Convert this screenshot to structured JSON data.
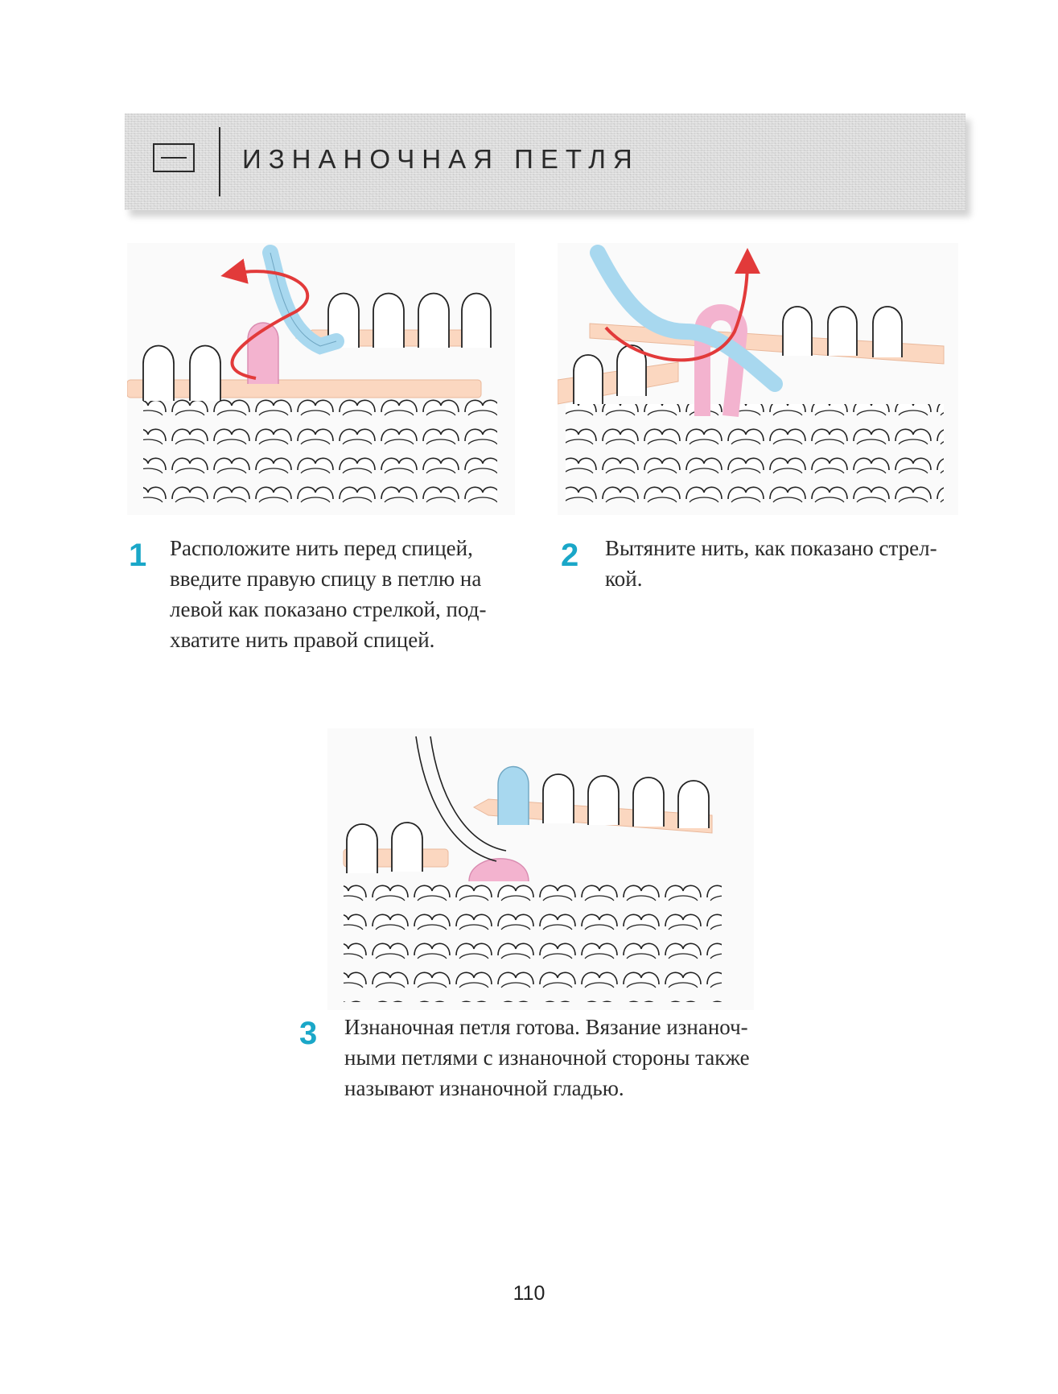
{
  "header": {
    "title": "ИЗНАНОЧНАЯ ПЕТЛЯ",
    "symbol_icon": "purl-stitch-symbol"
  },
  "steps": [
    {
      "number": "1",
      "lines": [
        "Расположите нить перед спицей,",
        "введите правую спицу в петлю на",
        "левой как показано стрелкой, под-",
        "хватите нить правой спицей."
      ]
    },
    {
      "number": "2",
      "lines": [
        "Вытяните нить, как показано стрел-",
        "кой."
      ]
    },
    {
      "number": "3",
      "lines": [
        "Изнаночная петля готова. Вязание изнаноч-",
        "ными петлями с изнаночной стороны также",
        "называют изнаночной гладью."
      ]
    }
  ],
  "page_number": "110",
  "colors": {
    "step_number": "#1aa7c8",
    "needle": "#fbd7c0",
    "working_yarn": "#a8d8ef",
    "new_loop": "#f3b3cf",
    "arrow": "#e23a3a",
    "banner": "#dcdcdc"
  }
}
